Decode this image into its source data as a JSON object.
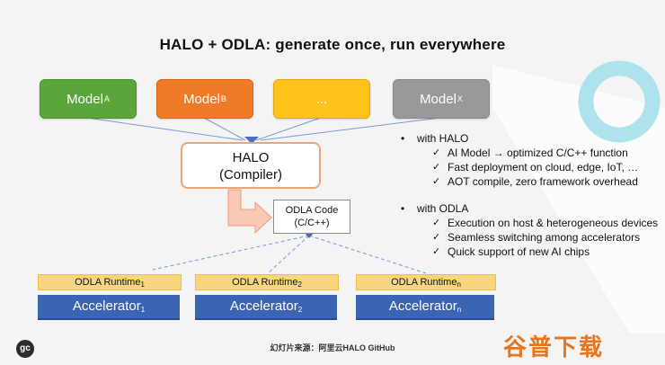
{
  "title": "HALO + ODLA:   generate once, run everywhere",
  "models": [
    {
      "base": "Model",
      "sub": "A",
      "color": "#5aa63b"
    },
    {
      "base": "Model",
      "sub": "B",
      "color": "#ef7a2a"
    },
    {
      "base": "...",
      "sub": "",
      "color": "#ffc21b"
    },
    {
      "base": "Model",
      "sub": "X",
      "color": "#999999"
    }
  ],
  "halo": {
    "line1": "HALO",
    "line2": "(Compiler)"
  },
  "odla_code": {
    "line1": "ODLA Code",
    "line2": "(C/C++)"
  },
  "columns": [
    {
      "runtime": "ODLA Runtime",
      "runtime_sub": "1",
      "accel": "Accelerator",
      "accel_sub": "1"
    },
    {
      "runtime": "ODLA Runtime",
      "runtime_sub": "2",
      "accel": "Accelerator",
      "accel_sub": "2"
    },
    {
      "runtime": "ODLA Runtime",
      "runtime_sub": "n",
      "accel": "Accelerator",
      "accel_sub": "n"
    }
  ],
  "bullets": {
    "halo_head": "with HALO",
    "halo_items": [
      "AI Model → optimized C/C++ function",
      "Fast deployment on cloud, edge, IoT, …",
      "AOT compile, zero framework overhead"
    ],
    "odla_head": "with ODLA",
    "odla_items": [
      "Execution on host &  heterogeneous devices",
      "Seamless switching among accelerators",
      "Quick support of new AI chips"
    ]
  },
  "footer": "幻灯片来源：阿里云HALO GitHub",
  "logo_text": "gc",
  "watermark": "谷普下载",
  "colors": {
    "accelerator": "#3c64b5",
    "runtime": "#f7d67d",
    "halo_border": "#e6a779",
    "arrow": "#f3b8a4",
    "connector": "#7a9ad6",
    "ring": "#aee3ee"
  }
}
